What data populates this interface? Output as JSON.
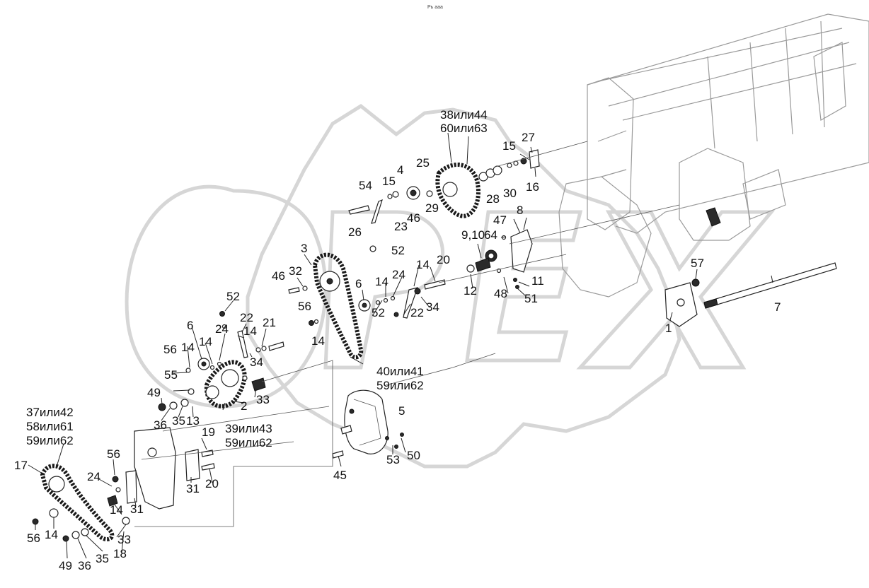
{
  "caption": "Рь ааа",
  "watermark": "OPEX",
  "labels": {
    "l_38_44": "38или44",
    "l_60_63": "60или63",
    "l_27": "27",
    "l_15a": "15",
    "l_16": "16",
    "l_30": "30",
    "l_28": "28",
    "l_25": "25",
    "l_4": "4",
    "l_15b": "15",
    "l_54": "54",
    "l_29": "29",
    "l_46a": "46",
    "l_26": "26",
    "l_23": "23",
    "l_52a": "52",
    "l_8": "8",
    "l_47": "47",
    "l_9_10": "9,10",
    "l_64": "64",
    "l_11": "11",
    "l_48": "48",
    "l_51": "51",
    "l_12": "12",
    "l_20a": "20",
    "l_14a": "14",
    "l_24a": "24",
    "l_14b": "14",
    "l_3": "3",
    "l_46b": "46",
    "l_32": "32",
    "l_6a": "6",
    "l_52b": "52",
    "l_22a": "22",
    "l_34a": "34",
    "l_56a": "56",
    "l_14c": "14",
    "l_40_41": "40или41",
    "l_59_62a": "59или62",
    "l_52c": "52",
    "l_22b": "22",
    "l_24b": "24",
    "l_14d": "14",
    "l_21": "21",
    "l_6b": "6",
    "l_14e": "14",
    "l_14f": "14",
    "l_34b": "34",
    "l_56b": "56",
    "l_55": "55",
    "l_33a": "33",
    "l_49a": "49",
    "l_2": "2",
    "l_36a": "36",
    "l_35a": "35",
    "l_13": "13",
    "l_39_43": "39или43",
    "l_59_62b": "59или62",
    "l_5": "5",
    "l_37_42": "37или42",
    "l_58_61": "58или61",
    "l_59_62c": "59или62",
    "l_19": "19",
    "l_56c": "56",
    "l_53": "53",
    "l_50": "50",
    "l_17": "17",
    "l_24c": "24",
    "l_31a": "31",
    "l_20b": "20",
    "l_45": "45",
    "l_14g": "14",
    "l_31b": "31",
    "l_56d": "56",
    "l_14h": "14",
    "l_33b": "33",
    "l_18": "18",
    "l_49b": "49",
    "l_36b": "36",
    "l_35b": "35",
    "l_57": "57",
    "l_7": "7",
    "l_1": "1"
  }
}
